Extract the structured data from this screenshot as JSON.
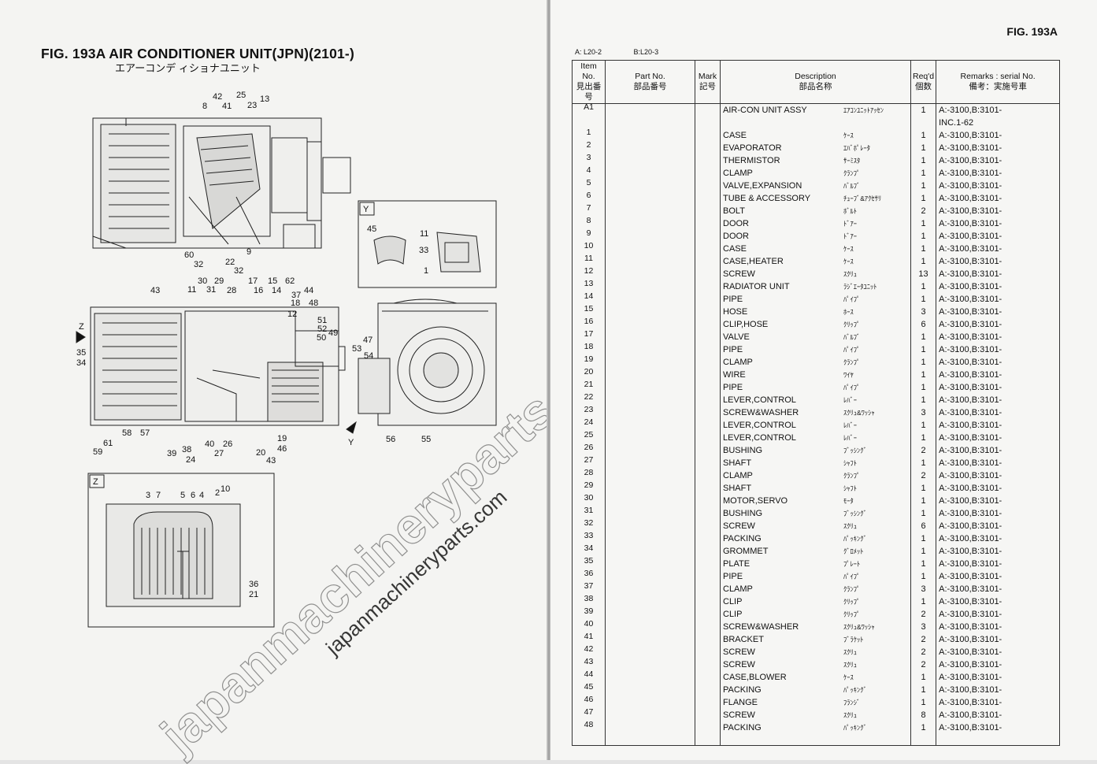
{
  "left_page": {
    "title": "FIG. 193A  AIR CONDITIONER UNIT(JPN)(2101-)",
    "subtitle_jp": "エアーコンデ ィショナユニット",
    "view_y_label": "Y",
    "view_z_label": "Z",
    "arrow_z_label": "Z",
    "arrow_y_label": "Y",
    "callouts_top": [
      "42",
      "25",
      "13",
      "8",
      "41",
      "23",
      "60",
      "22",
      "9",
      "32",
      "32"
    ],
    "callouts_y": [
      "45",
      "11",
      "33",
      "1"
    ],
    "callouts_mid": [
      "30",
      "29",
      "17",
      "15",
      "62",
      "43",
      "11",
      "31",
      "28",
      "16",
      "14",
      "37",
      "44",
      "18",
      "48",
      "12",
      "51",
      "52",
      "50",
      "49",
      "35",
      "34",
      "58",
      "57",
      "61",
      "59",
      "39",
      "38",
      "24",
      "40",
      "26",
      "27",
      "19",
      "20",
      "46",
      "43"
    ],
    "callouts_right": [
      "47",
      "53",
      "54",
      "56",
      "55"
    ],
    "callouts_z": [
      "3",
      "7",
      "5",
      "6",
      "4",
      "2",
      "10",
      "36",
      "21"
    ],
    "watermark_large": "japanmachineryparts.com",
    "watermark_small": "japanmachineryparts.com"
  },
  "right_page": {
    "fig_ref": "FIG. 193A",
    "source_a": "A: L20-2",
    "source_b": "B:L20-3",
    "headers": {
      "item_no": "Item No.",
      "item_no_jp": "見出番号",
      "part_no": "Part No.",
      "part_no_jp": "部品番号",
      "mark": "Mark",
      "mark_jp": "記号",
      "description": "Description",
      "description_jp": "部品名称",
      "reqd": "Req'd",
      "reqd_jp": "個数",
      "remarks": "Remarks : serial No.",
      "remarks_jp": "備考：実施号車"
    },
    "rows": [
      {
        "item": "A1",
        "en": "AIR-CON UNIT ASSY",
        "jp": "ｴｱｺﾝﾕﾆｯﾄｱｯｾﾝ",
        "qty": "1",
        "rem": "A:-3100,B:3101-"
      },
      {
        "item": "",
        "en": "",
        "jp": "",
        "qty": "",
        "rem": "INC.1-62"
      },
      {
        "item": "1",
        "en": "CASE",
        "jp": "ｹｰｽ",
        "qty": "1",
        "rem": "A:-3100,B:3101-"
      },
      {
        "item": "2",
        "en": "EVAPORATOR",
        "jp": "ｴﾊﾞﾎﾟﾚｰﾀ",
        "qty": "1",
        "rem": "A:-3100,B:3101-"
      },
      {
        "item": "3",
        "en": "THERMISTOR",
        "jp": "ｻｰﾐｽﾀ",
        "qty": "1",
        "rem": "A:-3100,B:3101-"
      },
      {
        "item": "4",
        "en": "CLAMP",
        "jp": "ｸﾗﾝﾌﾟ",
        "qty": "1",
        "rem": "A:-3100,B:3101-"
      },
      {
        "item": "5",
        "en": "VALVE,EXPANSION",
        "jp": "ﾊﾞﾙﾌﾞ",
        "qty": "1",
        "rem": "A:-3100,B:3101-"
      },
      {
        "item": "6",
        "en": "TUBE & ACCESSORY",
        "jp": "ﾁｭｰﾌﾞ&ｱｸｾｻﾘ",
        "qty": "1",
        "rem": "A:-3100,B:3101-"
      },
      {
        "item": "7",
        "en": "BOLT",
        "jp": "ﾎﾞﾙﾄ",
        "qty": "2",
        "rem": "A:-3100,B:3101-"
      },
      {
        "item": "8",
        "en": "DOOR",
        "jp": "ﾄﾞｱｰ",
        "qty": "1",
        "rem": "A:-3100,B:3101-"
      },
      {
        "item": "9",
        "en": "DOOR",
        "jp": "ﾄﾞｱｰ",
        "qty": "1",
        "rem": "A:-3100,B:3101-"
      },
      {
        "item": "10",
        "en": "CASE",
        "jp": "ｹｰｽ",
        "qty": "1",
        "rem": "A:-3100,B:3101-"
      },
      {
        "item": "11",
        "en": "CASE,HEATER",
        "jp": "ｹｰｽ",
        "qty": "1",
        "rem": "A:-3100,B:3101-"
      },
      {
        "item": "12",
        "en": "SCREW",
        "jp": "ｽｸﾘｭ",
        "qty": "13",
        "rem": "A:-3100,B:3101-"
      },
      {
        "item": "13",
        "en": "RADIATOR UNIT",
        "jp": "ﾗｼﾞｴｰﾀﾕﾆｯﾄ",
        "qty": "1",
        "rem": "A:-3100,B:3101-"
      },
      {
        "item": "14",
        "en": "PIPE",
        "jp": "ﾊﾟｲﾌﾟ",
        "qty": "1",
        "rem": "A:-3100,B:3101-"
      },
      {
        "item": "15",
        "en": "HOSE",
        "jp": "ﾎｰｽ",
        "qty": "3",
        "rem": "A:-3100,B:3101-"
      },
      {
        "item": "16",
        "en": "CLIP,HOSE",
        "jp": "ｸﾘｯﾌﾟ",
        "qty": "6",
        "rem": "A:-3100,B:3101-"
      },
      {
        "item": "17",
        "en": "VALVE",
        "jp": "ﾊﾞﾙﾌﾞ",
        "qty": "1",
        "rem": "A:-3100,B:3101-"
      },
      {
        "item": "18",
        "en": "PIPE",
        "jp": "ﾊﾟｲﾌﾟ",
        "qty": "1",
        "rem": "A:-3100,B:3101-"
      },
      {
        "item": "19",
        "en": "CLAMP",
        "jp": "ｸﾗﾝﾌﾟ",
        "qty": "1",
        "rem": "A:-3100,B:3101-"
      },
      {
        "item": "20",
        "en": "WIRE",
        "jp": "ﾜｲﾔ",
        "qty": "1",
        "rem": "A:-3100,B:3101-"
      },
      {
        "item": "21",
        "en": "PIPE",
        "jp": "ﾊﾟｲﾌﾟ",
        "qty": "1",
        "rem": "A:-3100,B:3101-"
      },
      {
        "item": "22",
        "en": "LEVER,CONTROL",
        "jp": "ﾚﾊﾞｰ",
        "qty": "1",
        "rem": "A:-3100,B:3101-"
      },
      {
        "item": "23",
        "en": "SCREW&WASHER",
        "jp": "ｽｸﾘｭ&ﾜｯｼｬ",
        "qty": "3",
        "rem": "A:-3100,B:3101-"
      },
      {
        "item": "24",
        "en": "LEVER,CONTROL",
        "jp": "ﾚﾊﾞｰ",
        "qty": "1",
        "rem": "A:-3100,B:3101-"
      },
      {
        "item": "25",
        "en": "LEVER,CONTROL",
        "jp": "ﾚﾊﾞｰ",
        "qty": "1",
        "rem": "A:-3100,B:3101-"
      },
      {
        "item": "26",
        "en": "BUSHING",
        "jp": "ﾌﾞｯｼﾝｸﾞ",
        "qty": "2",
        "rem": "A:-3100,B:3101-"
      },
      {
        "item": "27",
        "en": "SHAFT",
        "jp": "ｼｬﾌﾄ",
        "qty": "1",
        "rem": "A:-3100,B:3101-"
      },
      {
        "item": "28",
        "en": "CLAMP",
        "jp": "ｸﾗﾝﾌﾟ",
        "qty": "2",
        "rem": "A:-3100,B:3101-"
      },
      {
        "item": "29",
        "en": "SHAFT",
        "jp": "ｼｬﾌﾄ",
        "qty": "1",
        "rem": "A:-3100,B:3101-"
      },
      {
        "item": "30",
        "en": "MOTOR,SERVO",
        "jp": "ﾓｰﾀ",
        "qty": "1",
        "rem": "A:-3100,B:3101-"
      },
      {
        "item": "31",
        "en": "BUSHING",
        "jp": "ﾌﾞｯｼﾝｸﾞ",
        "qty": "1",
        "rem": "A:-3100,B:3101-"
      },
      {
        "item": "32",
        "en": "SCREW",
        "jp": "ｽｸﾘｭ",
        "qty": "6",
        "rem": "A:-3100,B:3101-"
      },
      {
        "item": "33",
        "en": "PACKING",
        "jp": "ﾊﾟｯｷﾝｸﾞ",
        "qty": "1",
        "rem": "A:-3100,B:3101-"
      },
      {
        "item": "34",
        "en": "GROMMET",
        "jp": "ｸﾞﾛﾒｯﾄ",
        "qty": "1",
        "rem": "A:-3100,B:3101-"
      },
      {
        "item": "35",
        "en": "PLATE",
        "jp": "ﾌﾟﾚｰﾄ",
        "qty": "1",
        "rem": "A:-3100,B:3101-"
      },
      {
        "item": "36",
        "en": "PIPE",
        "jp": "ﾊﾟｲﾌﾟ",
        "qty": "1",
        "rem": "A:-3100,B:3101-"
      },
      {
        "item": "37",
        "en": "CLAMP",
        "jp": "ｸﾗﾝﾌﾟ",
        "qty": "3",
        "rem": "A:-3100,B:3101-"
      },
      {
        "item": "38",
        "en": "CLIP",
        "jp": "ｸﾘｯﾌﾟ",
        "qty": "1",
        "rem": "A:-3100,B:3101-"
      },
      {
        "item": "39",
        "en": "CLIP",
        "jp": "ｸﾘｯﾌﾟ",
        "qty": "2",
        "rem": "A:-3100,B:3101-"
      },
      {
        "item": "40",
        "en": "SCREW&WASHER",
        "jp": "ｽｸﾘｭ&ﾜｯｼｬ",
        "qty": "3",
        "rem": "A:-3100,B:3101-"
      },
      {
        "item": "41",
        "en": "BRACKET",
        "jp": "ﾌﾞﾗｹｯﾄ",
        "qty": "2",
        "rem": "A:-3100,B:3101-"
      },
      {
        "item": "42",
        "en": "SCREW",
        "jp": "ｽｸﾘｭ",
        "qty": "2",
        "rem": "A:-3100,B:3101-"
      },
      {
        "item": "43",
        "en": "SCREW",
        "jp": "ｽｸﾘｭ",
        "qty": "2",
        "rem": "A:-3100,B:3101-"
      },
      {
        "item": "44",
        "en": "CASE,BLOWER",
        "jp": "ｹｰｽ",
        "qty": "1",
        "rem": "A:-3100,B:3101-"
      },
      {
        "item": "45",
        "en": "PACKING",
        "jp": "ﾊﾟｯｷﾝｸﾞ",
        "qty": "1",
        "rem": "A:-3100,B:3101-"
      },
      {
        "item": "46",
        "en": "FLANGE",
        "jp": "ﾌﾗﾝｼﾞ",
        "qty": "1",
        "rem": "A:-3100,B:3101-"
      },
      {
        "item": "47",
        "en": "SCREW",
        "jp": "ｽｸﾘｭ",
        "qty": "8",
        "rem": "A:-3100,B:3101-"
      },
      {
        "item": "48",
        "en": "PACKING",
        "jp": "ﾊﾟｯｷﾝｸﾞ",
        "qty": "1",
        "rem": "A:-3100,B:3101-"
      }
    ]
  }
}
